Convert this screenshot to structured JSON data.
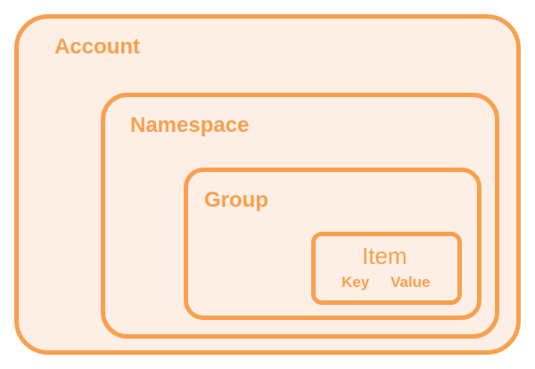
{
  "colors": {
    "stroke": "#f9a04e",
    "fill": "#fdefe5"
  },
  "boxes": {
    "account": "Account",
    "namespace": "Namespace",
    "group": "Group",
    "item": {
      "title": "Item",
      "key": "Key",
      "value": "Value"
    }
  }
}
